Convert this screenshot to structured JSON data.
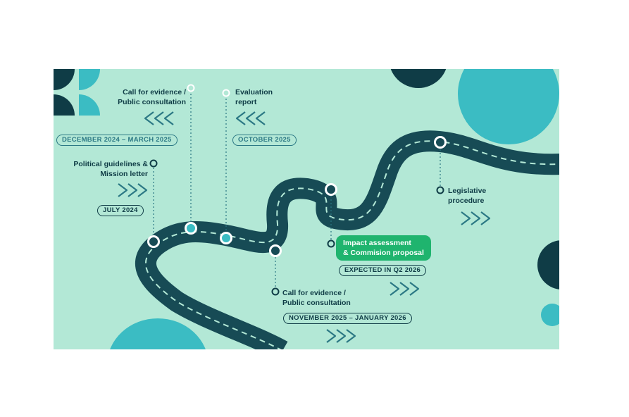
{
  "colors": {
    "background": "#b3e8d6",
    "road": "#174b55",
    "road_dash": "#b3e8d6",
    "accent_teal": "#3bbcc3",
    "dark_teal": "#0f3c46",
    "highlight_green": "#1fb46e"
  },
  "milestones": [
    {
      "id": "political",
      "label": "Political guidelines &\nMission letter",
      "date": "JULY 2024"
    },
    {
      "id": "cfe1",
      "label": "Call for evidence /\nPublic consultation",
      "date": "DECEMBER 2024 – MARCH 2025"
    },
    {
      "id": "evaluation",
      "label": "Evaluation\nreport",
      "date": "OCTOBER 2025"
    },
    {
      "id": "cfe2",
      "label": "Call for evidence /\nPublic consultation",
      "date": "NOVEMBER 2025 – JANUARY 2026"
    },
    {
      "id": "impact",
      "label": "Impact assessment\n& Commision proposal",
      "date": "EXPECTED IN Q2 2026"
    },
    {
      "id": "legislative",
      "label": "Legislative\nprocedure"
    }
  ],
  "icons": {
    "forward": "chevron-right-triple-icon",
    "backward": "chevron-left-triple-icon"
  }
}
